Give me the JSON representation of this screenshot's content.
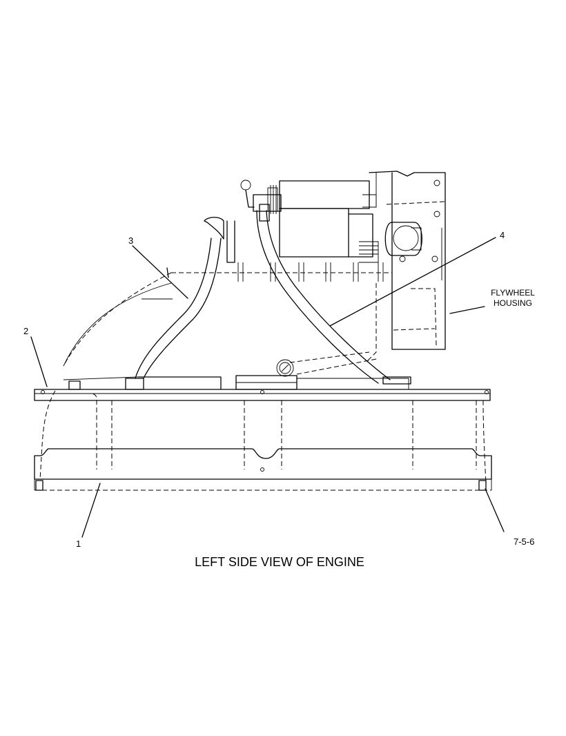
{
  "callouts": {
    "c1": "1",
    "c2": "2",
    "c3": "3",
    "c4": "4"
  },
  "labels": {
    "flywheel_line1": "FLYWHEEL",
    "flywheel_line2": "HOUSING"
  },
  "reference": "7-5-6",
  "caption": "LEFT SIDE VIEW OF ENGINE"
}
